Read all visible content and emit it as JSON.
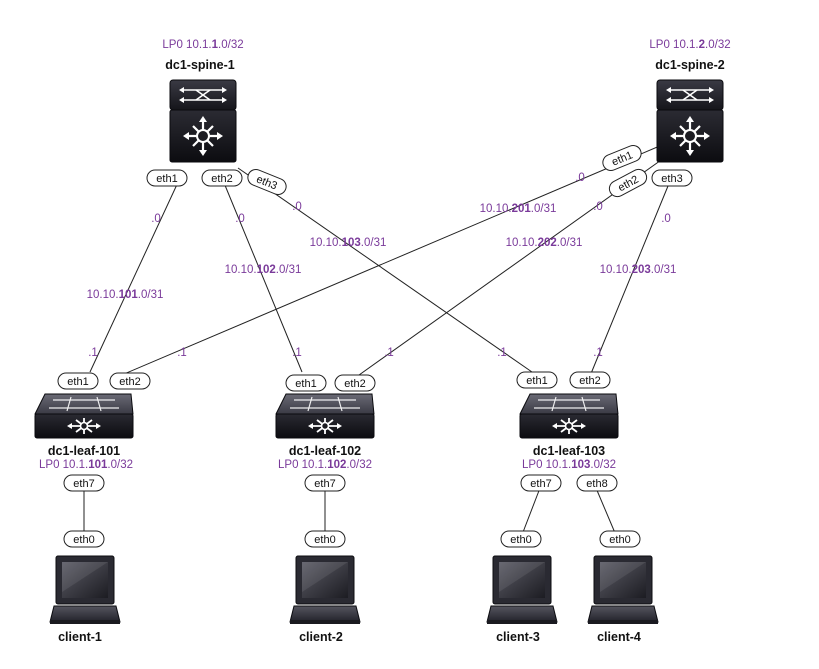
{
  "colors": {
    "annotation": "#7a3a9a",
    "device_dark": "#1c1c22",
    "link": "#222222"
  },
  "devices": {
    "spine1": {
      "name": "dc1-spine-1",
      "lp_prefix": "LP0 10.1.",
      "lp_bold": "1",
      "lp_suffix": ".0/32",
      "icon": "spine-switch-icon"
    },
    "spine2": {
      "name": "dc1-spine-2",
      "lp_prefix": "LP0 10.1.",
      "lp_bold": "2",
      "lp_suffix": ".0/32",
      "icon": "spine-switch-icon"
    },
    "leaf101": {
      "name": "dc1-leaf-101",
      "lp_prefix": "LP0 10.1.",
      "lp_bold": "101",
      "lp_suffix": ".0/32",
      "icon": "leaf-switch-icon"
    },
    "leaf102": {
      "name": "dc1-leaf-102",
      "lp_prefix": "LP0 10.1.",
      "lp_bold": "102",
      "lp_suffix": ".0/32",
      "icon": "leaf-switch-icon"
    },
    "leaf103": {
      "name": "dc1-leaf-103",
      "lp_prefix": "LP0 10.1.",
      "lp_bold": "103",
      "lp_suffix": ".0/32",
      "icon": "leaf-switch-icon"
    },
    "client1": {
      "name": "client-1",
      "icon": "laptop-icon"
    },
    "client2": {
      "name": "client-2",
      "icon": "laptop-icon"
    },
    "client3": {
      "name": "client-3",
      "icon": "laptop-icon"
    },
    "client4": {
      "name": "client-4",
      "icon": "laptop-icon"
    }
  },
  "ports": {
    "s1_eth1": "eth1",
    "s1_eth2": "eth2",
    "s1_eth3": "eth3",
    "s2_eth1": "eth1",
    "s2_eth2": "eth2",
    "s2_eth3": "eth3",
    "l101_eth1": "eth1",
    "l101_eth2": "eth2",
    "l101_eth7": "eth7",
    "l102_eth1": "eth1",
    "l102_eth2": "eth2",
    "l102_eth7": "eth7",
    "l103_eth1": "eth1",
    "l103_eth2": "eth2",
    "l103_eth7": "eth7",
    "l103_eth8": "eth8",
    "c1_eth0": "eth0",
    "c2_eth0": "eth0",
    "c3_eth0": "eth0",
    "c4_eth0": "eth0"
  },
  "subnets": {
    "s1_l101": {
      "prefix": "10.10.",
      "bold": "101",
      "suffix": ".0/31"
    },
    "s1_l102": {
      "prefix": "10.10.",
      "bold": "102",
      "suffix": ".0/31"
    },
    "s1_l103": {
      "prefix": "10.10.",
      "bold": "103",
      "suffix": ".0/31"
    },
    "s2_l101": {
      "prefix": "10.10.",
      "bold": "201",
      "suffix": ".0/31"
    },
    "s2_l102": {
      "prefix": "10.10.",
      "bold": "202",
      "suffix": ".0/31"
    },
    "s2_l103": {
      "prefix": "10.10.",
      "bold": "203",
      "suffix": ".0/31"
    }
  },
  "addresses": {
    "spine_side": ".0",
    "leaf_side": ".1"
  }
}
